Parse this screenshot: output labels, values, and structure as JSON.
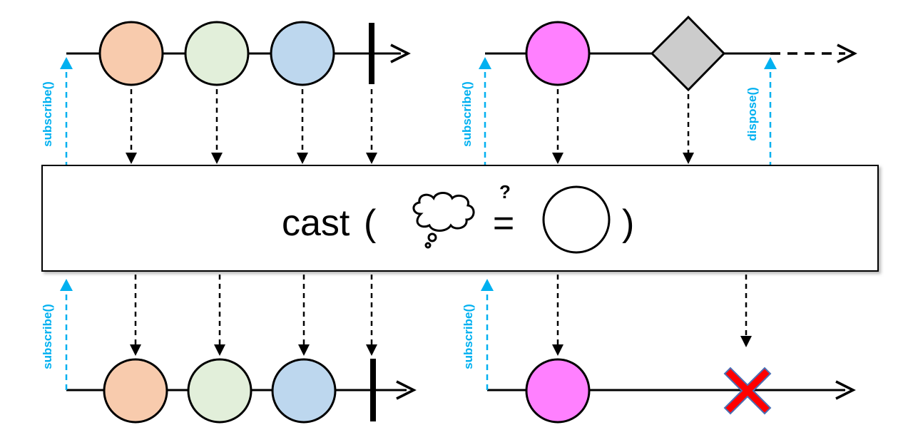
{
  "operator": {
    "name": "cast",
    "open_paren": "(",
    "close_paren": ")",
    "question_mark": "?",
    "equals": "=",
    "thought_icon": "thought-cloud-icon"
  },
  "labels": {
    "subscribe": "subscribe()",
    "dispose": "dispose()"
  },
  "colors": {
    "orange": "#f8cbad",
    "green": "#e2efda",
    "blue": "#bdd7ee",
    "pink": "#ff80ff",
    "gray": "#cccccc",
    "label": "#00b0f0",
    "error": "#ff0000"
  },
  "marbles": {
    "left_input": [
      "orange",
      "green",
      "blue",
      "complete"
    ],
    "right_input": [
      "pink",
      "diamond",
      "dispose"
    ],
    "left_output": [
      "orange",
      "green",
      "blue",
      "complete"
    ],
    "right_output": [
      "pink",
      "error"
    ]
  }
}
